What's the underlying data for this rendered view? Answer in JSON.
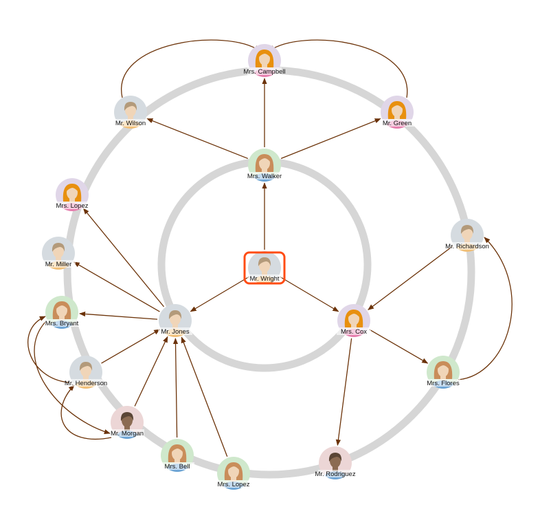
{
  "colors": {
    "ring": "#d6d6d6",
    "edge": "#6b3208",
    "selection": "#ff4c14",
    "bg_male": "#d5dbe0",
    "bg_female_a": "#e0d6e8",
    "bg_female_b": "#cfe8cc",
    "bg_dark": "#ecd6d6"
  },
  "selected": "wright",
  "nodes": [
    {
      "id": "campbell",
      "label": "Mrs. Campbell",
      "avatar": "female-orange-hair-icon",
      "bg": "bg_female_a",
      "shirt": "#e67fae"
    },
    {
      "id": "wilson",
      "label": "Mr. Wilson",
      "avatar": "male-icon",
      "bg": "bg_male",
      "shirt": "#f2c078"
    },
    {
      "id": "green",
      "label": "Mr. Green",
      "avatar": "female-orange-hair-icon",
      "bg": "bg_female_a",
      "shirt": "#e67fae"
    },
    {
      "id": "walker",
      "label": "Mrs. Walker",
      "avatar": "female-brown-hair-icon",
      "bg": "bg_female_b",
      "shirt": "#6ea5d6"
    },
    {
      "id": "lopez1",
      "label": "Mrs. Lopez",
      "avatar": "female-orange-hair-icon",
      "bg": "bg_female_a",
      "shirt": "#e67fae"
    },
    {
      "id": "miller",
      "label": "Mr. Miller",
      "avatar": "male-icon",
      "bg": "bg_male",
      "shirt": "#f2c078"
    },
    {
      "id": "richardson",
      "label": "Mr. Richardson",
      "avatar": "male-icon",
      "bg": "bg_male",
      "shirt": "#f2c078"
    },
    {
      "id": "wright",
      "label": "Mr. Wright",
      "avatar": "male-icon",
      "bg": "bg_male",
      "shirt": "#f2c078"
    },
    {
      "id": "bryant",
      "label": "Mrs. Bryant",
      "avatar": "female-brown-hair-icon",
      "bg": "bg_female_b",
      "shirt": "#6ea5d6"
    },
    {
      "id": "jones",
      "label": "Mr. Jones",
      "avatar": "male-icon",
      "bg": "bg_male",
      "shirt": "#f2c078"
    },
    {
      "id": "cox",
      "label": "Mrs. Cox",
      "avatar": "female-orange-hair-icon",
      "bg": "bg_female_a",
      "shirt": "#e67fae"
    },
    {
      "id": "henderson",
      "label": "Mr. Henderson",
      "avatar": "male-icon",
      "bg": "bg_male",
      "shirt": "#f2c078"
    },
    {
      "id": "flores",
      "label": "Mrs. Flores",
      "avatar": "female-brown-hair-icon",
      "bg": "bg_female_b",
      "shirt": "#6ea5d6"
    },
    {
      "id": "morgan",
      "label": "Mr. Morgan",
      "avatar": "male-dark-icon",
      "bg": "bg_dark",
      "shirt": "#6ea5d6"
    },
    {
      "id": "bell",
      "label": "Mrs. Bell",
      "avatar": "female-brown-hair-icon",
      "bg": "bg_female_b",
      "shirt": "#6ea5d6"
    },
    {
      "id": "lopez2",
      "label": "Mrs. Lopez",
      "avatar": "female-brown-hair-icon",
      "bg": "bg_female_b",
      "shirt": "#6ea5d6"
    },
    {
      "id": "rodriguez",
      "label": "Mr. Rodriguez",
      "avatar": "male-dark-icon",
      "bg": "bg_dark",
      "shirt": "#6ea5d6"
    }
  ],
  "edges": [
    [
      "wright",
      "walker"
    ],
    [
      "wright",
      "jones"
    ],
    [
      "wright",
      "cox"
    ],
    [
      "walker",
      "campbell"
    ],
    [
      "walker",
      "wilson"
    ],
    [
      "walker",
      "green"
    ],
    [
      "wilson",
      "campbell"
    ],
    [
      "green",
      "campbell"
    ],
    [
      "jones",
      "lopez1"
    ],
    [
      "jones",
      "miller"
    ],
    [
      "jones",
      "bryant"
    ],
    [
      "henderson",
      "jones"
    ],
    [
      "morgan",
      "jones"
    ],
    [
      "bell",
      "jones"
    ],
    [
      "lopez2",
      "jones"
    ],
    [
      "richardson",
      "cox"
    ],
    [
      "cox",
      "flores"
    ],
    [
      "cox",
      "rodriguez"
    ],
    [
      "flores",
      "richardson"
    ],
    [
      "bryant",
      "morgan"
    ],
    [
      "morgan",
      "henderson"
    ],
    [
      "henderson",
      "bryant"
    ]
  ]
}
